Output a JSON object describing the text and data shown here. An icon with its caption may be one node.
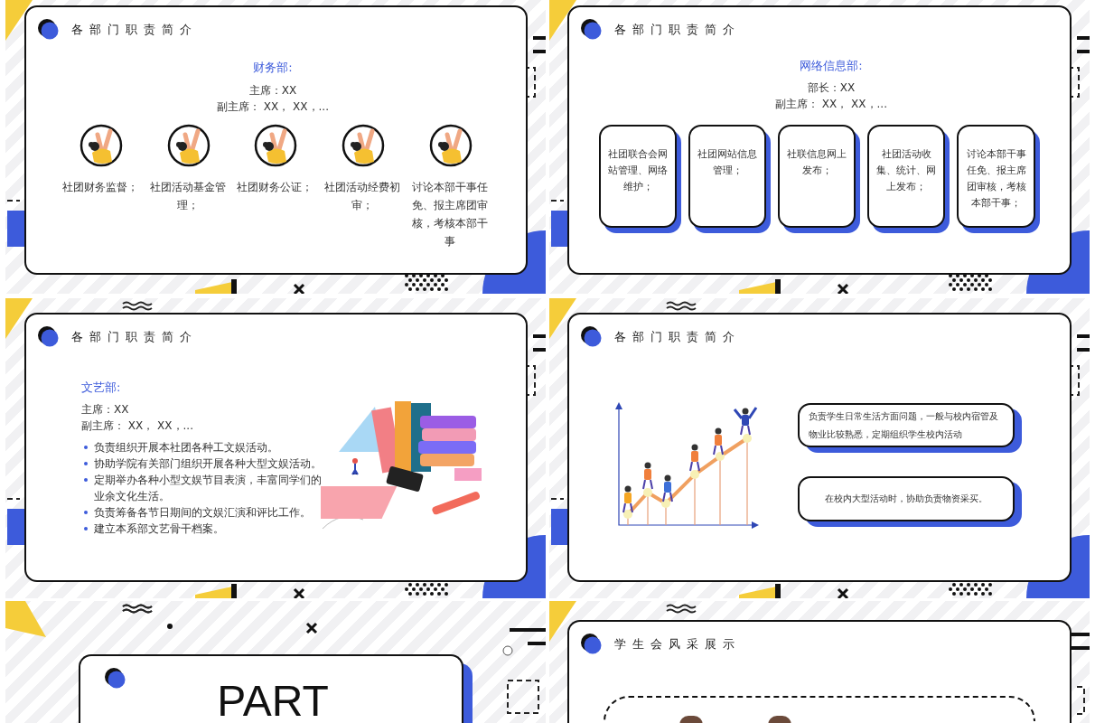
{
  "diagram": {
    "nodes": [
      {
        "text": [
          "各部门职责简介",
          "财务部:",
          "主席：XX",
          "副主席： XX， XX，..."
        ]
      },
      {
        "text": [
          "社团财务监督；"
        ],
        "in": 0
      },
      {
        "text": [
          "社团活动基金管理；"
        ],
        "in": 0
      },
      {
        "text": [
          "社团财务公证；"
        ],
        "in": 0
      },
      {
        "text": [
          "社团活动经费初审；"
        ],
        "in": 0
      },
      {
        "text": [
          "讨论本部干事任免、报主席团审核，考核本部干事"
        ],
        "in": 0
      },
      {
        "text": [
          "各部门职责简介",
          "网络信息部:",
          "部长：XX",
          "副主席： XX， XX，..."
        ]
      },
      {
        "text": [
          "社团联合会网站管理、网络维护；"
        ],
        "in": 6
      },
      {
        "text": [
          "社团网站信息管理；"
        ],
        "in": 6
      },
      {
        "text": [
          "社联信息网上发布；"
        ],
        "in": 6
      },
      {
        "text": [
          "社团活动收集、统计、网上发布；"
        ],
        "in": 6
      },
      {
        "text": [
          "讨论本部干事任免、报主席团审核，考核本部干事；"
        ],
        "in": 6
      },
      {
        "text": [
          "各部门职责简介",
          "文艺部:",
          "主席：XX",
          "副主席： XX， XX，...",
          "负责组织开展本社团各种工文娱活动。",
          "协助学院有关部门组织开展各种大型文娱活动。",
          "定期举办各种小型文娱节目表演，丰富同学们的业余文化生活。",
          "负责筹备各节日期间的文娱汇演和评比工作。",
          "建立本系部文艺骨干档案。"
        ]
      },
      {
        "text": [
          "各部门职责简介"
        ]
      },
      {
        "text": [
          "负责学生日常生活方面问题，一般与校内宿管及物业比较熟悉，定期组织学生校内活动"
        ],
        "in": 13
      },
      {
        "text": [
          "在校内大型活动时，协助负责物资采买。"
        ],
        "in": 13
      },
      {
        "text": [
          "PART"
        ]
      },
      {
        "text": [
          "学生会风采展示"
        ]
      },
      {
        "text": [],
        "shape": "box",
        "in": 17
      }
    ]
  }
}
